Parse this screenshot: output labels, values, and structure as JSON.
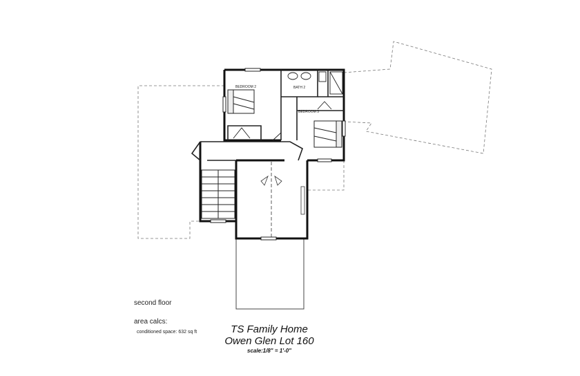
{
  "floor_label": "second floor",
  "area_heading": "area calcs:",
  "conditioned_space": "conditioned space:  632 sq ft",
  "title": {
    "line1": "TS Family Home",
    "line2": "Owen Glen Lot 160",
    "scale": "scale:1/8\" = 1'-0\""
  },
  "rooms": {
    "bedroom2": "BEDROOM 2",
    "bedroom3": "BEDROOM 3",
    "bath2": "BATH 2"
  }
}
